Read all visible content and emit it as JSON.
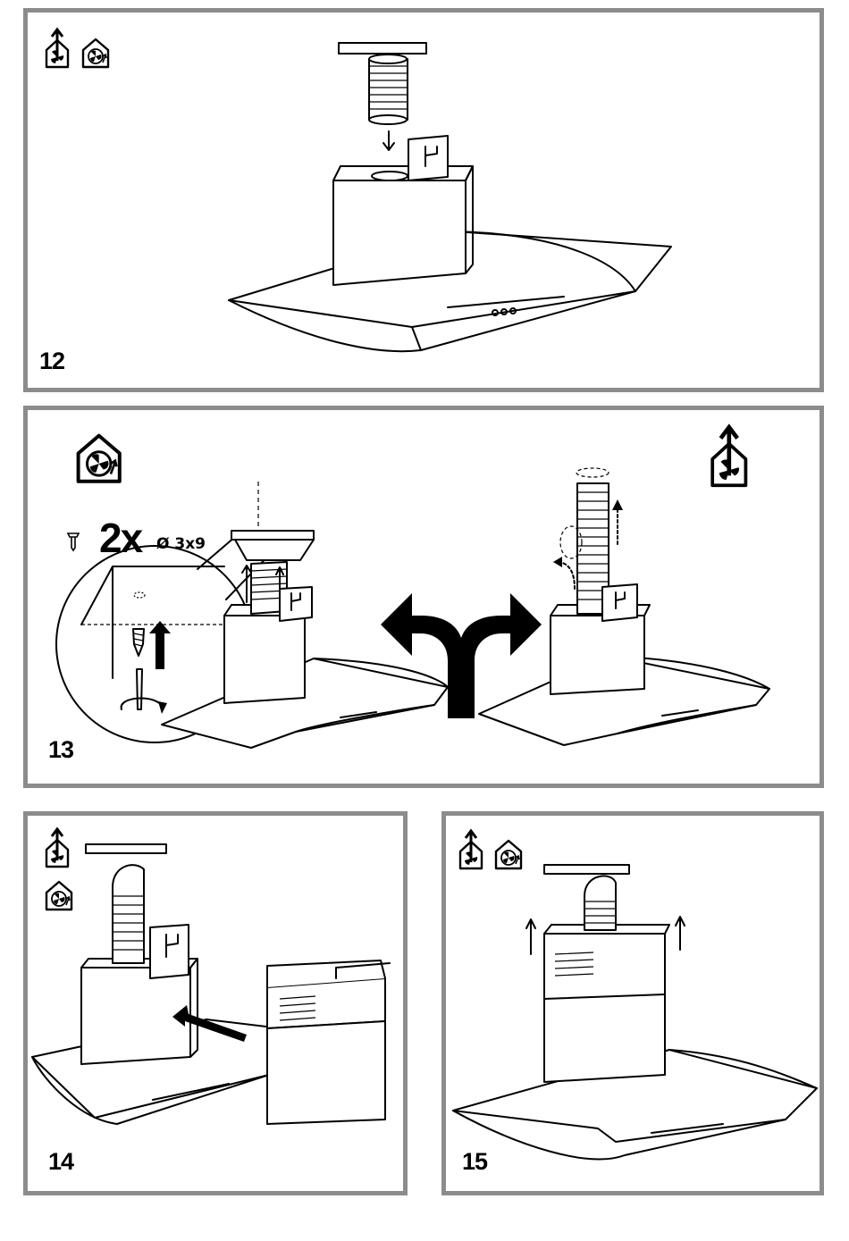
{
  "steps": {
    "s12": {
      "number": "12"
    },
    "s13": {
      "number": "13",
      "quantity": "2x",
      "screw_spec": "Ø 3x9"
    },
    "s14": {
      "number": "14"
    },
    "s15": {
      "number": "15"
    }
  },
  "icons": {
    "ducted_mode": "house-fan-arrow-up-icon",
    "recirculation_mode": "house-fan-recirculation-icon"
  },
  "colors": {
    "panel_border": "#8c8c8c",
    "ink": "#000000"
  }
}
